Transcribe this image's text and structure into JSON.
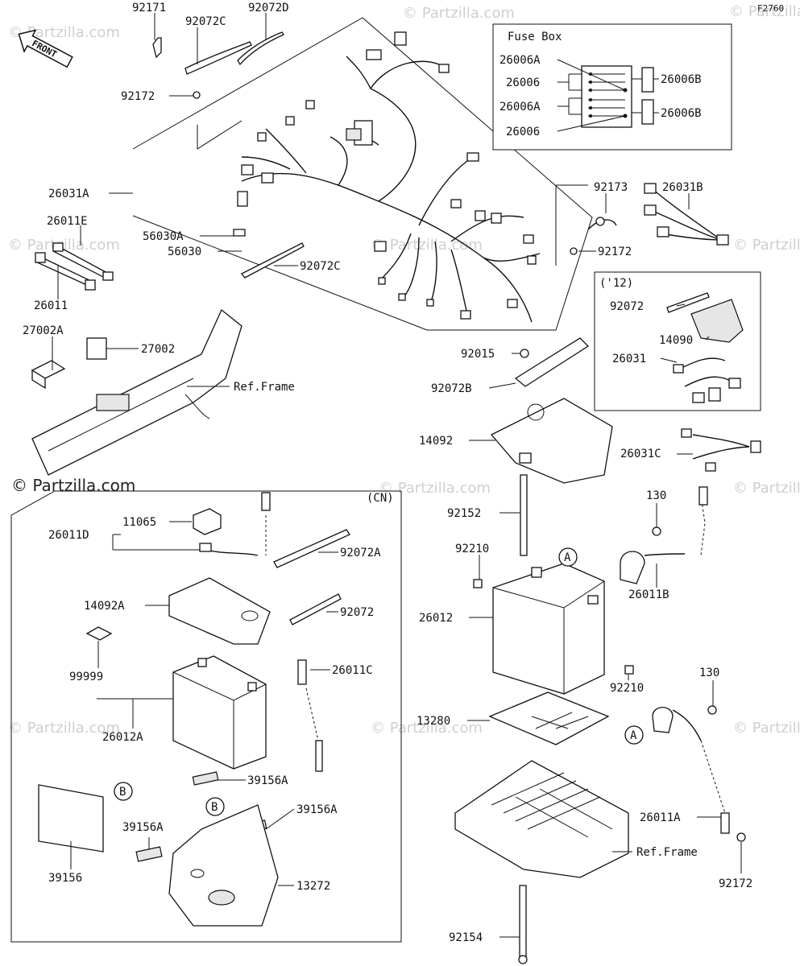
{
  "diagram_code": "F2760",
  "front_label": "FRONT",
  "watermark": "© Partzilla.com",
  "fuse_box": {
    "title": "Fuse Box",
    "labels": [
      "26006A",
      "26006",
      "26006A",
      "26006",
      "26006B",
      "26006B"
    ]
  },
  "sections": {
    "y12_title": "('12)",
    "cn_title": "(CN)"
  },
  "callouts": {
    "A": "A",
    "B": "B"
  },
  "parts": {
    "p92171": "92171",
    "p92072C_top": "92072C",
    "p92072D": "92072D",
    "p92172_a": "92172",
    "p26031A": "26031A",
    "p26011E": "26011E",
    "p26011": "26011",
    "p56030A": "56030A",
    "p56030": "56030",
    "p92072C_bot": "92072C",
    "p27002A": "27002A",
    "p27002": "27002",
    "ref_frame_1": "Ref.Frame",
    "p92173": "92173",
    "p26031B": "26031B",
    "p92172_b": "92172",
    "p92072_y12": "92072",
    "p14090": "14090",
    "p26031_y12": "26031",
    "p92015": "92015",
    "p92072B": "92072B",
    "p14092": "14092",
    "p26031C": "26031C",
    "p92152": "92152",
    "p130_a": "130",
    "p92210_a": "92210",
    "p26011B": "26011B",
    "p26012": "26012",
    "p92210_b": "92210",
    "p130_b": "130",
    "p13280": "13280",
    "p26011A": "26011A",
    "ref_frame_2": "Ref.Frame",
    "p92172_c": "92172",
    "p92154": "92154",
    "p11065": "11065",
    "p26011D": "26011D",
    "p92072A": "92072A",
    "p14092A": "14092A",
    "p92072_cn": "92072",
    "p99999": "99999",
    "p26011C": "26011C",
    "p26012A": "26012A",
    "p39156A_1": "39156A",
    "p39156A_2": "39156A",
    "p39156A_3": "39156A",
    "p39156": "39156",
    "p13272": "13272"
  }
}
